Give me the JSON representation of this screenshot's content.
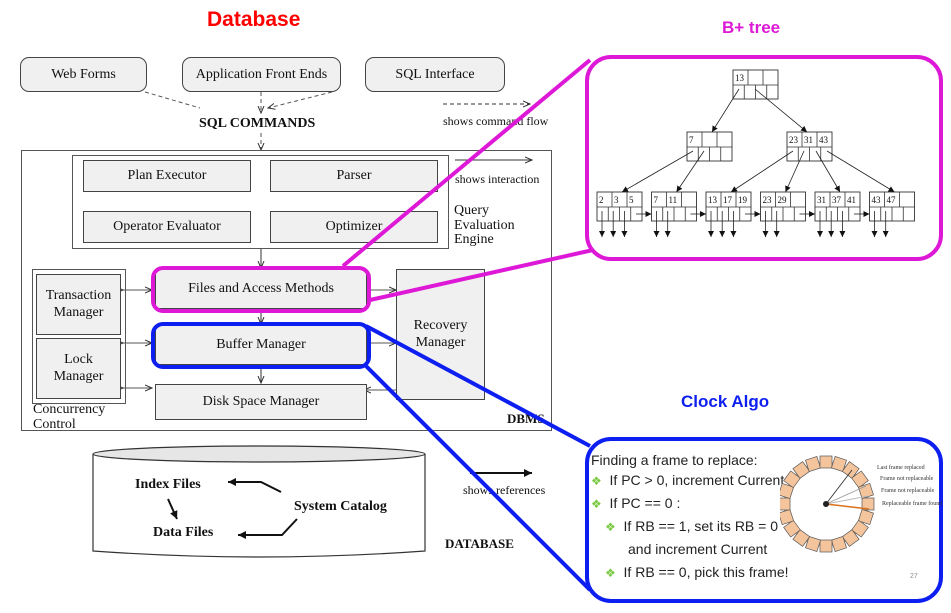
{
  "titles": {
    "database": "Database",
    "bplus_tree": "B+ tree",
    "clock_algo": "Clock Algo"
  },
  "colors": {
    "database_title": "#ff0000",
    "bplus_highlight": "#dd18d6",
    "clock_highlight": "#0d1ef0",
    "box_fill": "#f0f0f0",
    "bullet": "#7ac943",
    "clock_frame": "#f4c49c",
    "clock_hand_found": "#d9731e"
  },
  "clients": [
    "Web Forms",
    "Application Front Ends",
    "SQL Interface"
  ],
  "sql_commands": "SQL COMMANDS",
  "legend": {
    "command_flow": "shows command flow",
    "interaction": "shows interaction",
    "references": "shows references"
  },
  "query_engine": {
    "boxes": [
      "Plan Executor",
      "Parser",
      "Operator Evaluator",
      "Optimizer"
    ],
    "label_lines": [
      "Query",
      "Evaluation",
      "Engine"
    ]
  },
  "layers": {
    "files_access": "Files and Access Methods",
    "buffer_manager": "Buffer Manager",
    "disk_space_manager": "Disk Space Manager"
  },
  "concurrency": {
    "transaction_manager": [
      "Transaction",
      "Manager"
    ],
    "lock_manager": [
      "Lock",
      "Manager"
    ],
    "label_lines": [
      "Concurrency",
      "Control"
    ]
  },
  "recovery_manager": [
    "Recovery",
    "Manager"
  ],
  "dbms_label": "DBMS",
  "database_store": {
    "index_files": "Index Files",
    "data_files": "Data Files",
    "system_catalog": "System Catalog",
    "label": "DATABASE"
  },
  "bplus": {
    "root": [
      "13",
      "",
      ""
    ],
    "internal": [
      [
        "7",
        "",
        ""
      ],
      [
        "23",
        "31",
        "43"
      ]
    ],
    "leaves": [
      [
        "2",
        "3",
        "5"
      ],
      [
        "7",
        "11",
        ""
      ],
      [
        "13",
        "17",
        "19"
      ],
      [
        "23",
        "29",
        ""
      ],
      [
        "31",
        "37",
        "41"
      ],
      [
        "43",
        "47",
        ""
      ]
    ]
  },
  "clock": {
    "heading": "Finding a frame to replace:",
    "bullets": [
      {
        "level": 1,
        "text": "If PC > 0, increment Current"
      },
      {
        "level": 1,
        "text": "If PC == 0 :"
      },
      {
        "level": 2,
        "text": "If RB == 1, set its RB = 0"
      },
      {
        "level": 2,
        "text": "and increment Current",
        "continuation": true
      },
      {
        "level": 2,
        "text": "If RB == 0, pick this frame!"
      }
    ],
    "annotations": [
      "Last frame replaced",
      "Frame not replaceable",
      "Frame not replaceable",
      "Replaceable frame found"
    ],
    "slide_number": "27"
  }
}
